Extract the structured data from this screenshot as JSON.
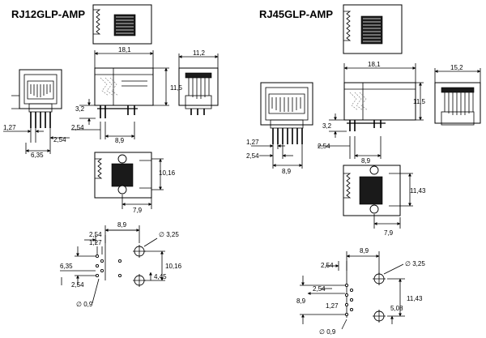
{
  "diagram": {
    "left": {
      "title": "RJ12GLP-AMP",
      "dims": {
        "width_18_1": "18,1",
        "depth_11_2": "11,2",
        "height_11_5": "11,5",
        "pin_len_3_2": "3,2",
        "pitch_1_27": "1,27",
        "pitch_2_54_side": "2,54",
        "span_6_35": "6,35",
        "foot_2_54": "2,54",
        "foot_8_9": "8,9",
        "mount_10_16": "10,16",
        "offset_7_9": "7,9"
      },
      "layout": {
        "top_8_9": "8,9",
        "d_2_54_top": "2,54",
        "d_1_27": "1,27",
        "hole_3_25": "∅ 3,25",
        "d_6_35": "6,35",
        "d_10_16": "10,16",
        "d_4_45": "4,45",
        "d_2_54_bot": "2,54",
        "hole_0_9": "∅ 0,9"
      }
    },
    "right": {
      "title": "RJ45GLP-AMP",
      "dims": {
        "width_18_1": "18,1",
        "depth_15_2": "15,2",
        "height_11_5": "11,5",
        "pin_len_3_2": "3,2",
        "pitch_1_27": "1,27",
        "pitch_2_54_side": "2,54",
        "span_8_9": "8,9",
        "foot_2_54": "2,54",
        "foot_8_9": "8,9",
        "mount_11_43": "11,43",
        "offset_7_9": "7,9"
      },
      "layout": {
        "top_8_9": "8,9",
        "d_2_54_top": "2,54",
        "hole_3_25": "∅ 3,25",
        "d_2_54_mid": "2,54",
        "d_8_9": "8,9",
        "d_1_27": "1,27",
        "d_11_43": "11,43",
        "d_5_08": "5,08",
        "hole_0_9": "∅ 0,9"
      }
    }
  }
}
